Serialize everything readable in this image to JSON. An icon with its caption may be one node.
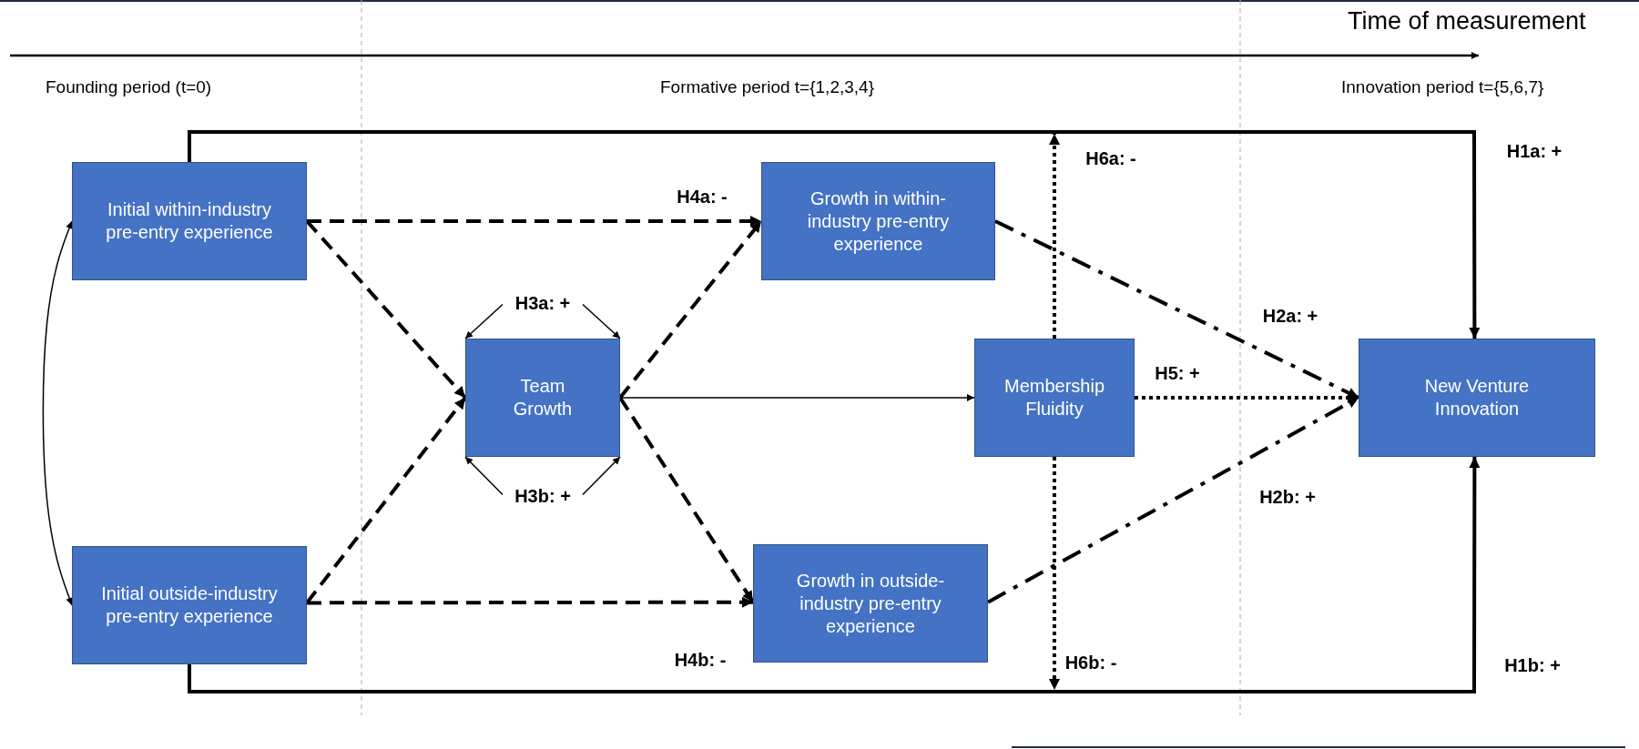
{
  "diagram": {
    "nodes": [
      {
        "text": [
          "Initial within-industry pre-entry experience"
        ]
      },
      {
        "text": [
          "Growth in within-industry pre-entry experience"
        ]
      },
      {
        "text": [
          "H3a: +"
        ]
      },
      {
        "text": [
          "Team Growth"
        ]
      },
      {
        "text": [
          "Membership Fluidity"
        ]
      },
      {
        "text": [
          "New Venture Innovation"
        ]
      },
      {
        "text": [
          "H3b: +"
        ]
      },
      {
        "text": [
          "Initial outside-industry pre-entry experience"
        ]
      },
      {
        "text": [
          "Growth in outside-industry pre-entry experience"
        ]
      }
    ],
    "edges": [
      {
        "from": 0,
        "to": 5,
        "arrow": "to",
        "label": "H1a: +"
      },
      {
        "from": 7,
        "to": 5,
        "arrow": "to",
        "label": "H1b: +"
      },
      {
        "from": 0,
        "to": 1,
        "arrow": "to",
        "label": "H4a: -",
        "style": "dashed"
      },
      {
        "from": 7,
        "to": 8,
        "arrow": "to",
        "label": "H4b: -",
        "style": "dashed"
      },
      {
        "from": 0,
        "to": 3,
        "arrow": "to",
        "style": "dashed"
      },
      {
        "from": 7,
        "to": 3,
        "arrow": "to",
        "style": "dashed"
      },
      {
        "from": 3,
        "to": 1,
        "arrow": "to",
        "style": "dashed"
      },
      {
        "from": 3,
        "to": 8,
        "arrow": "to",
        "style": "dashed"
      },
      {
        "from": 3,
        "to": 4,
        "arrow": "to"
      },
      {
        "from": 1,
        "to": 5,
        "arrow": "to",
        "label": "H2a: +",
        "style": "dashed"
      },
      {
        "from": 8,
        "to": 5,
        "arrow": "to",
        "label": "H2b: +",
        "style": "dashed"
      },
      {
        "from": 4,
        "to": 5,
        "arrow": "to",
        "label": "H5: +",
        "style": "dashed"
      },
      {
        "from": 4,
        "to": null,
        "arrow": "to",
        "label": "H6a: -",
        "style": "dashed"
      },
      {
        "from": 4,
        "to": null,
        "arrow": "to",
        "label": "H6b: -",
        "style": "dashed"
      },
      {
        "from": 0,
        "to": 7,
        "arrow": "both"
      },
      {
        "from": 2,
        "to": 3,
        "arrow": "to"
      },
      {
        "from": 2,
        "to": 3,
        "arrow": "to"
      },
      {
        "from": 6,
        "to": 3,
        "arrow": "to"
      },
      {
        "from": 6,
        "to": 3,
        "arrow": "to"
      }
    ],
    "labels": [
      "Time of measurement",
      "Founding period (t=0)",
      "Formative period t={1,2,3,4}",
      "Innovation period t={5,6,7}"
    ]
  }
}
